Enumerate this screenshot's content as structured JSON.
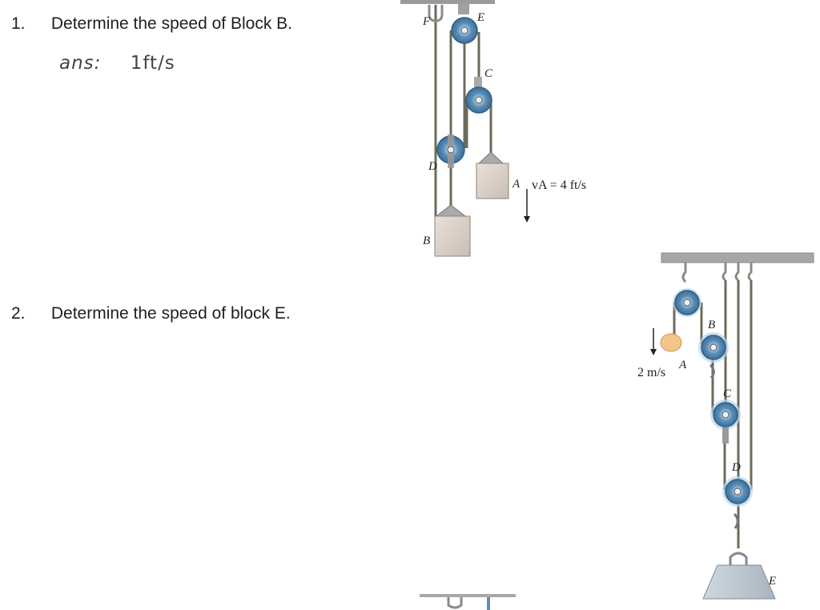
{
  "questions": [
    {
      "number": "1.",
      "text": "Determine the speed of Block B."
    },
    {
      "number": "2.",
      "text": "Determine the speed of block E."
    }
  ],
  "answer": {
    "prefix": "ans:",
    "value": "1ft/s"
  },
  "figure1": {
    "labels": {
      "F": "F",
      "E": "E",
      "C": "C",
      "D": "D",
      "A": "A",
      "B": "B"
    },
    "velocity_label": "vA = 4 ft/s"
  },
  "figure2": {
    "labels": {
      "A": "A",
      "B": "B",
      "C": "C",
      "D": "D",
      "E": "E"
    },
    "velocity_label": "2 m/s"
  },
  "colors": {
    "pulley": "#5b8fb9",
    "pulley_glow": "#b5d7ef",
    "rope": "#6b6b5a",
    "block": "#d8cfc6",
    "ceiling": "#9a9a9a"
  }
}
